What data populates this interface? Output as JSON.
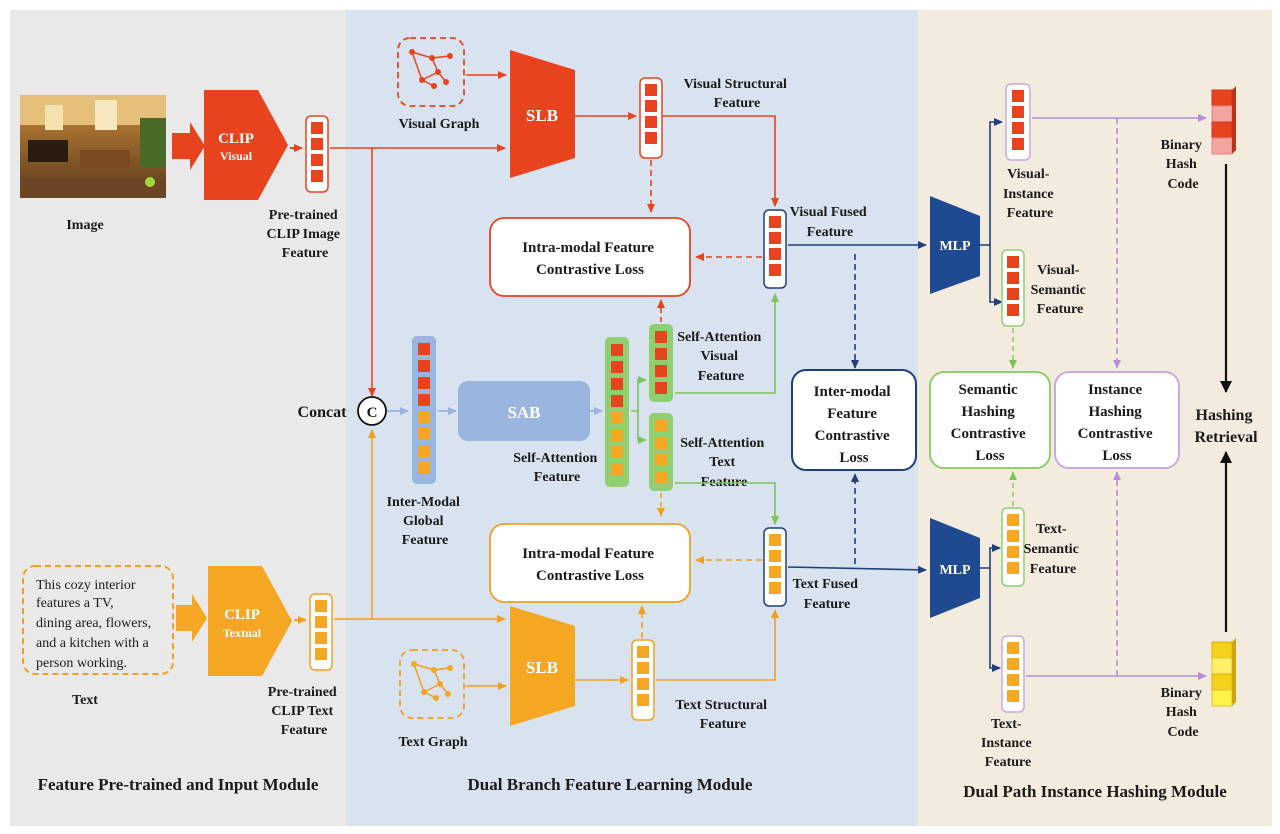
{
  "modules": {
    "input": "Feature Pre-trained and Input Module",
    "dual_branch": "Dual Branch Feature Learning Module",
    "hashing": "Dual Path Instance Hashing Module"
  },
  "input": {
    "image_label": "Image",
    "text_label": "Text",
    "text_sample": [
      "This cozy interior",
      "features a TV,",
      "dining area, flowers,",
      "and a kitchen with a",
      "person working."
    ],
    "clip_visual": {
      "title": "CLIP",
      "sub": "Visual"
    },
    "clip_textual": {
      "title": "CLIP",
      "sub": "Textual"
    },
    "image_feature": [
      "Pre-trained",
      "CLIP Image",
      "Feature"
    ],
    "text_feature": [
      "Pre-trained",
      "CLIP Text",
      "Feature"
    ]
  },
  "branch": {
    "concat": "Concat",
    "concat_symbol": "C",
    "visual_graph": "Visual Graph",
    "text_graph": "Text Graph",
    "slb": "SLB",
    "sab": "SAB",
    "visual_structural": [
      "Visual Structural",
      "Feature"
    ],
    "text_structural": [
      "Text Structural",
      "Feature"
    ],
    "visual_fused": [
      "Visual Fused",
      "Feature"
    ],
    "text_fused": [
      "Text Fused",
      "Feature"
    ],
    "inter_modal_global": [
      "Inter-Modal",
      "Global",
      "Feature"
    ],
    "self_attention_feature": [
      "Self-Attention",
      "Feature"
    ],
    "self_attention_visual": [
      "Self-Attention",
      "Visual",
      "Feature"
    ],
    "self_attention_text": [
      "Self-Attention",
      "Text",
      "Feature"
    ],
    "intra_loss_visual": [
      "Intra-modal Feature",
      "Contrastive Loss"
    ],
    "intra_loss_text": [
      "Intra-modal Feature",
      "Contrastive Loss"
    ],
    "inter_loss": [
      "Inter-modal",
      "Feature",
      "Contrastive",
      "Loss"
    ]
  },
  "hashing": {
    "mlp": "MLP",
    "visual_instance": [
      "Visual-",
      "Instance",
      "Feature"
    ],
    "visual_semantic": [
      "Visual-",
      "Semantic",
      "Feature"
    ],
    "text_semantic": [
      "Text-",
      "Semantic",
      "Feature"
    ],
    "text_instance": [
      "Text-",
      "Instance",
      "Feature"
    ],
    "semantic_loss": [
      "Semantic",
      "Hashing",
      "Contrastive",
      "Loss"
    ],
    "instance_loss": [
      "Instance",
      "Hashing",
      "Contrastive",
      "Loss"
    ],
    "binary_hash_code": [
      "Binary",
      "Hash",
      "Code"
    ],
    "hashing_retrieval": [
      "Hashing",
      "Retrieval"
    ]
  },
  "colors": {
    "visual": "#e8431f",
    "text": "#f5a623",
    "inter": "#1f3f7a",
    "semantic": "#8fcf70",
    "instance": "#c9a9e0",
    "sab": "#9ab6de",
    "panel_left": "#e9e9e9",
    "panel_mid": "#d9e2ef",
    "panel_right": "#f3ebde"
  }
}
